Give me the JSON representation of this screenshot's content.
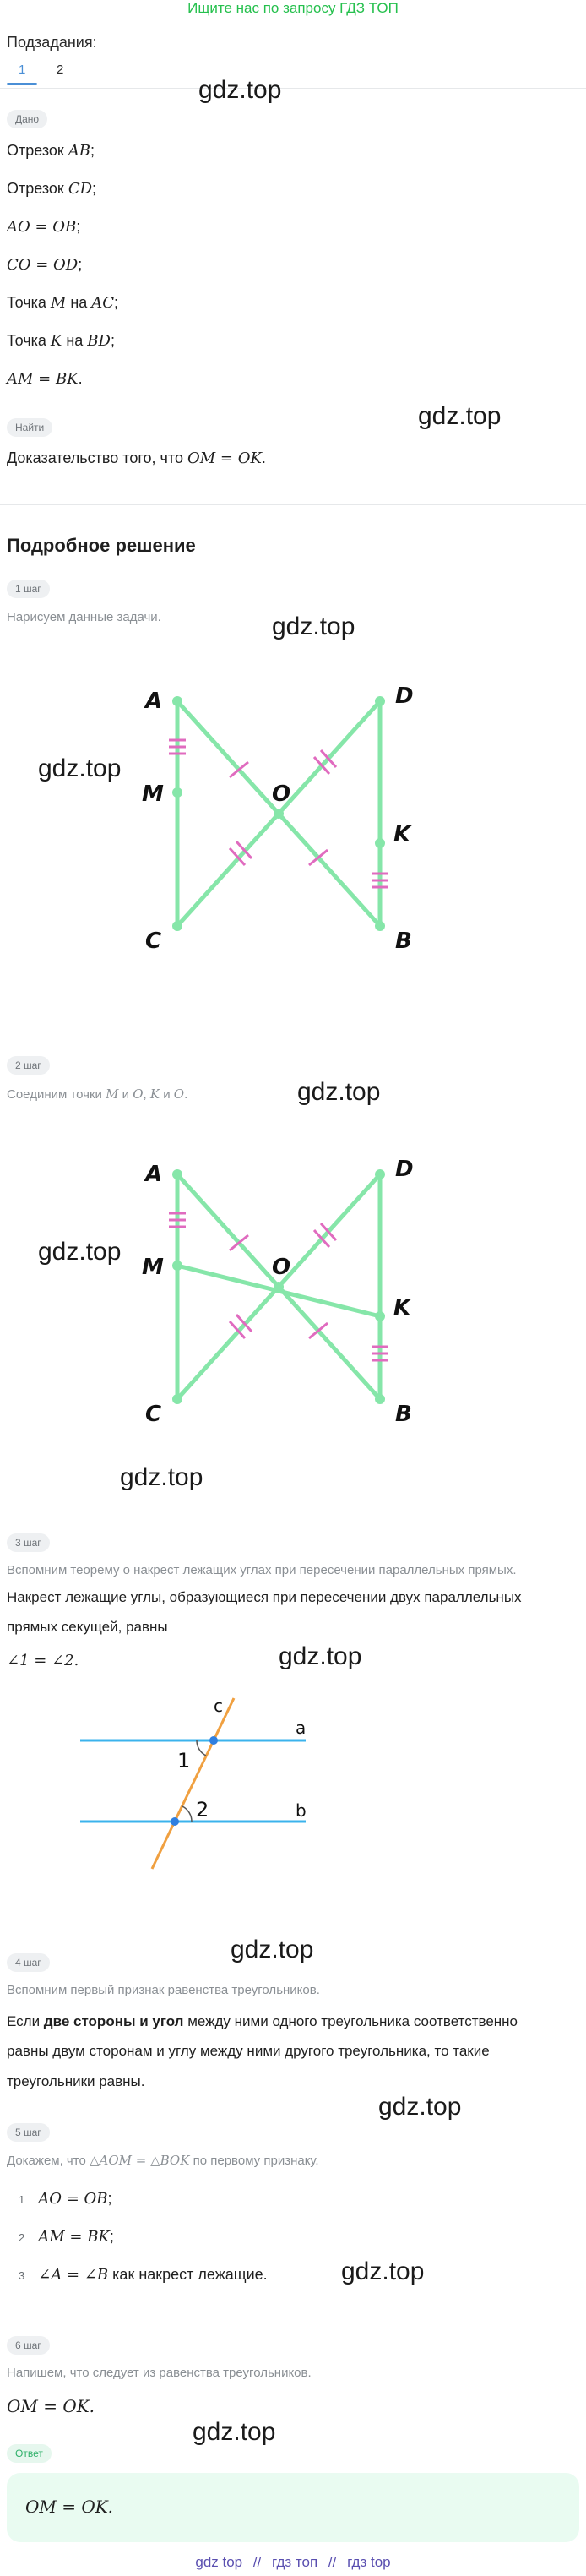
{
  "banner": "Ищите нас по запросу ГДЗ ТОП",
  "subtasks": {
    "label": "Подзадания:",
    "tabs": [
      "1",
      "2"
    ]
  },
  "watermark": "gdz.top",
  "given": {
    "pill": "Дано",
    "items": [
      {
        "prefix": "Отрезок ",
        "math": "AB",
        "suffix": ";"
      },
      {
        "prefix": "Отрезок ",
        "math": "CD",
        "suffix": ";"
      },
      {
        "prefix": "",
        "math": "AO = OB",
        "suffix": ";"
      },
      {
        "prefix": "",
        "math": "CO = OD",
        "suffix": ";"
      },
      {
        "prefix": "Точка ",
        "math": "M",
        "mid": " на ",
        "math2": "AC",
        "suffix": ";"
      },
      {
        "prefix": "Точка ",
        "math": "K",
        "mid": " на ",
        "math2": "BD",
        "suffix": ";"
      },
      {
        "prefix": "",
        "math": "AM = BK",
        "suffix": "."
      }
    ]
  },
  "find": {
    "pill": "Найти",
    "prefix": "Доказательство того, что ",
    "math": "OM = OK",
    "suffix": "."
  },
  "solution_title": "Подробное решение",
  "steps": {
    "s1": {
      "pill": "1 шаг",
      "text": "Нарисуем данные задачи."
    },
    "s2": {
      "pill": "2 шаг",
      "prefix": "Соединим точки ",
      "math1": "M",
      "mid1": " и ",
      "math2": "O",
      "mid2": ", ",
      "math3": "K",
      "mid3": " и ",
      "math4": "O",
      "suffix": "."
    },
    "s3": {
      "pill": "3 шаг",
      "muted": "Вспомним теорему о накрест лежащих углах при пересечении параллельных прямых.",
      "line1": "Накрест лежащие углы, образующиеся при пересечении двух параллельных",
      "line2": "прямых секущей, равны",
      "formula": "∠1 = ∠2."
    },
    "s4": {
      "pill": "4 шаг",
      "muted": "Вспомним первый признак равенства треугольников.",
      "line1_a": "Если ",
      "line1_b": "две стороны и угол",
      "line1_c": " между ними одного треугольника соответственно",
      "line2": "равны двум сторонам и углу между ними другого треугольника, то такие",
      "line3": "треугольники равны."
    },
    "s5": {
      "pill": "5 шаг",
      "muted_a": "Докажем, что ",
      "muted_math": "△AOM = △BOK",
      "muted_b": " по первому признаку.",
      "list": [
        {
          "n": "1",
          "math": "AO = OB",
          "suffix": ";"
        },
        {
          "n": "2",
          "math": "AM = BK",
          "suffix": ";"
        },
        {
          "n": "3",
          "math": "∠A = ∠B",
          "suffix": " как накрест лежащие."
        }
      ]
    },
    "s6": {
      "pill": "6 шаг",
      "muted": "Напишем, что следует из равенства треугольников.",
      "formula": "OM = OK."
    }
  },
  "answer": {
    "pill": "Ответ",
    "formula": "OM = OK."
  },
  "figure1": {
    "labels": {
      "A": "A",
      "D": "D",
      "M": "M",
      "O": "O",
      "K": "K",
      "C": "C",
      "B": "B"
    }
  },
  "figure3": {
    "labels": {
      "c": "c",
      "a": "a",
      "b": "b",
      "one": "1",
      "two": "2"
    }
  },
  "footer": {
    "l1": "gdz top",
    "sep": "//",
    "l2": "гдз топ",
    "l3": "гдз top"
  },
  "colors": {
    "line_green": "#86e6a9",
    "tick_pink": "#e06bbf",
    "line_blue": "#3bb3ec",
    "line_orange": "#f0a040",
    "dot_blue": "#2f7fe0"
  }
}
